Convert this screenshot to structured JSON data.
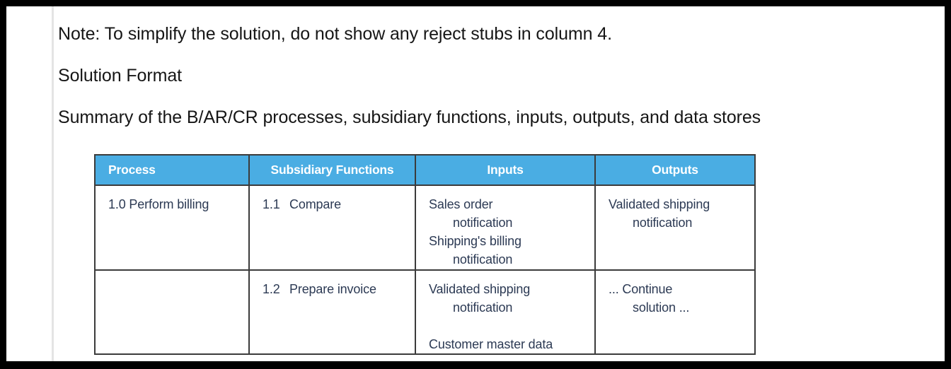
{
  "document": {
    "prose": {
      "note": "Note: To simplify the solution, do not show any reject stubs in column 4.",
      "solution_format_heading": "Solution Format",
      "summary_heading": "Summary of the B/AR/CR processes, subsidiary functions, inputs, outputs, and data stores"
    },
    "table": {
      "headers": [
        "Process",
        "Subsidiary Functions",
        "Inputs",
        "Outputs"
      ],
      "rows": [
        {
          "process": "1.0 Perform billing",
          "subsidiary_function_number": "1.1",
          "subsidiary_function_label": "Compare",
          "inputs": [
            "Sales order notification",
            "Shipping's billing notification"
          ],
          "outputs": [
            "Validated shipping notification"
          ]
        },
        {
          "process": "",
          "subsidiary_function_number": "1.2",
          "subsidiary_function_label": "Prepare invoice",
          "inputs": [
            "Validated shipping notification",
            "Customer master data"
          ],
          "outputs": [
            "... Continue solution ..."
          ]
        }
      ]
    },
    "colors": {
      "header_blue": "#4aade3",
      "table_border": "#3b3b3b",
      "table_text": "#2c3a54",
      "prose_text": "#161616",
      "frame": "#000000",
      "page": "#ffffff"
    }
  }
}
